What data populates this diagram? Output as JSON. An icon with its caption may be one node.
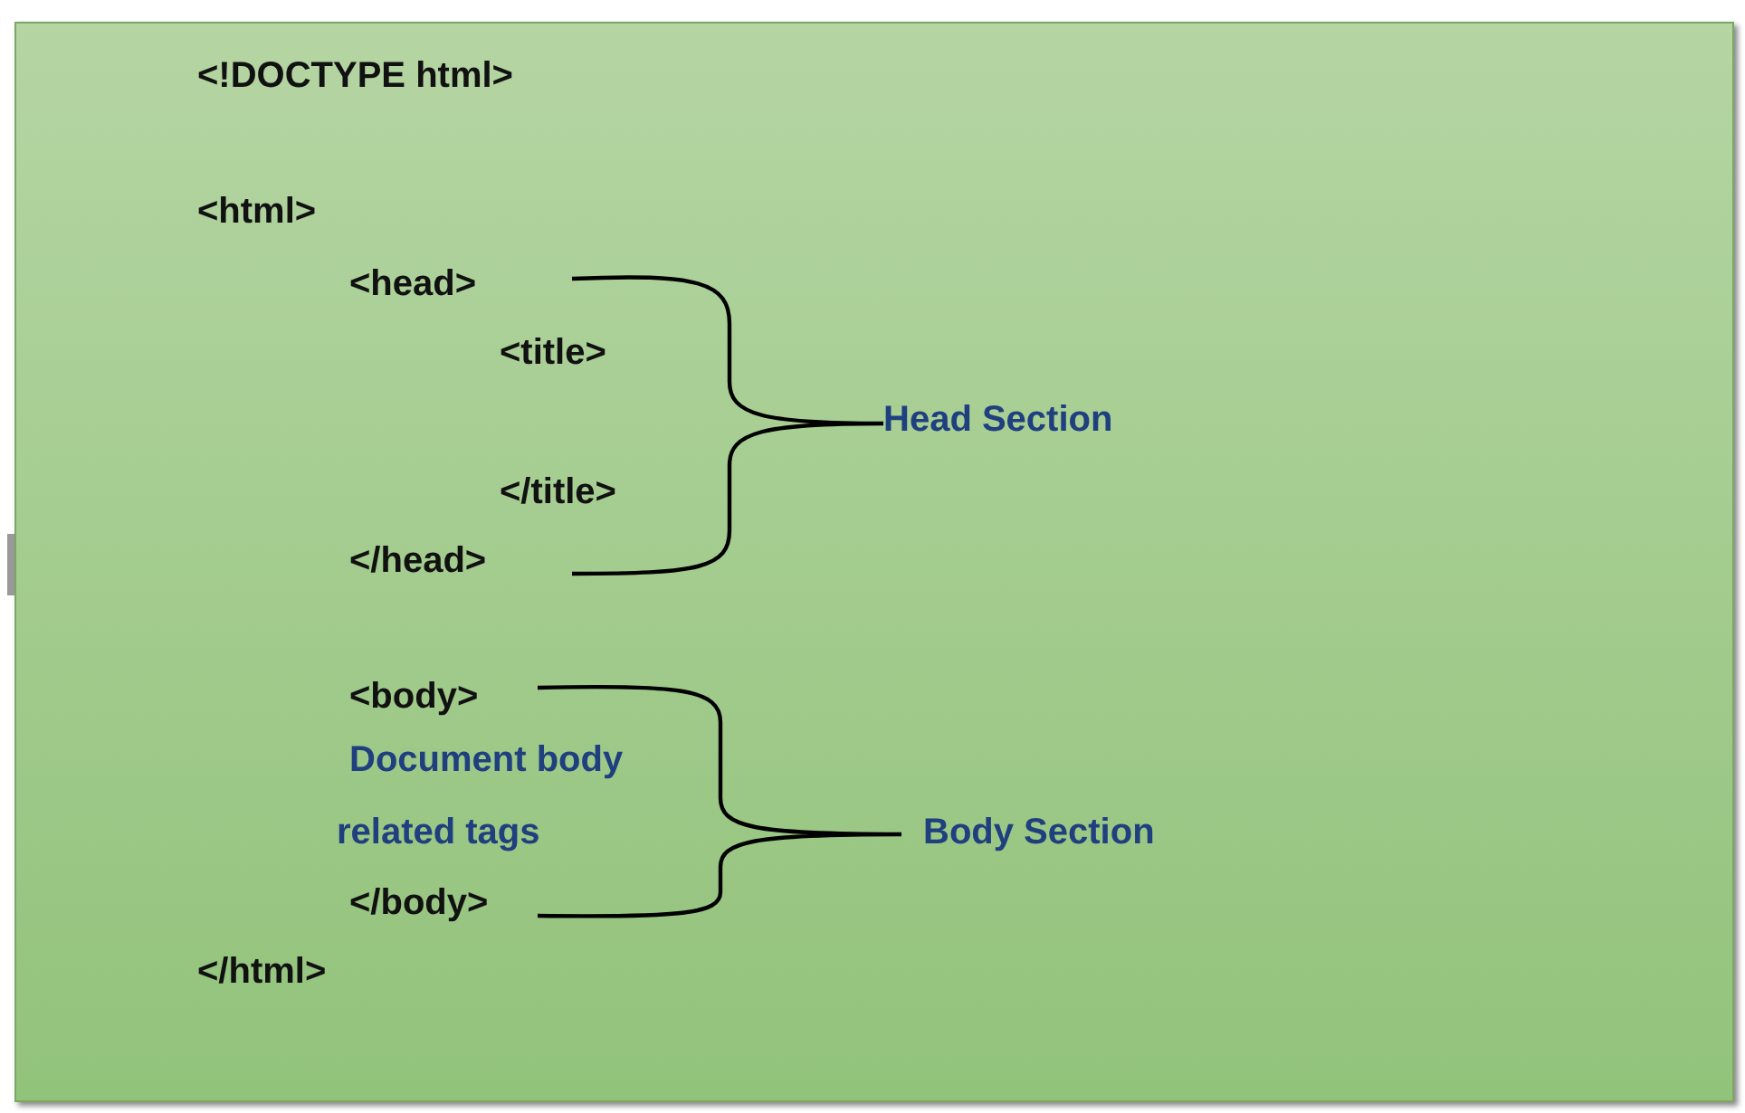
{
  "diagram": {
    "nodes": [
      {
        "text": [
          "<!DOCTYPE html>",
          "<html>",
          "<head>",
          "<title>",
          "</title>",
          "</head>",
          "<body>",
          "Document body",
          "related tags",
          "</body>",
          "</html>",
          "Head Section",
          "Body Section"
        ]
      }
    ]
  }
}
